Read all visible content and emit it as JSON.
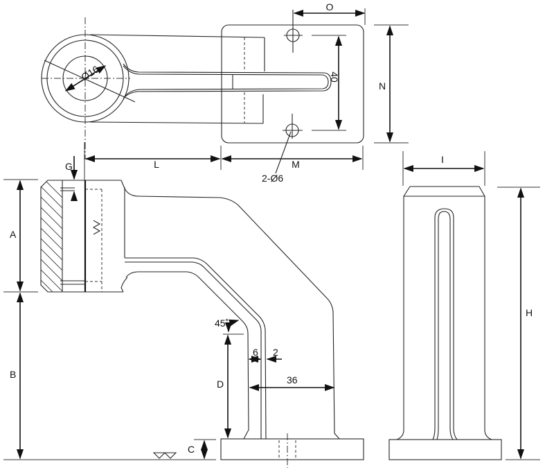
{
  "drawing": {
    "title": "Bracket technical drawing (three views)",
    "views": [
      "top-view",
      "front-section-view",
      "side-view"
    ],
    "line_color": "#222222",
    "background": "#ffffff"
  },
  "dimensions": {
    "diameter_bore": "Ø16",
    "hole_callout": "2-Ø6",
    "hole_spacing": "40",
    "O": "O",
    "N": "N",
    "M": "M",
    "L": "L",
    "G": "G",
    "A": "A",
    "B": "B",
    "C": "C",
    "D": "D",
    "H": "H",
    "I": "I",
    "angle": "45˚",
    "wall_6": "6",
    "wall_2": "2",
    "width_36": "36"
  },
  "symbols": {
    "surface_finish_front": "surface-finish-triangle-pair",
    "surface_finish_base": "surface-finish-triangle-pair"
  }
}
